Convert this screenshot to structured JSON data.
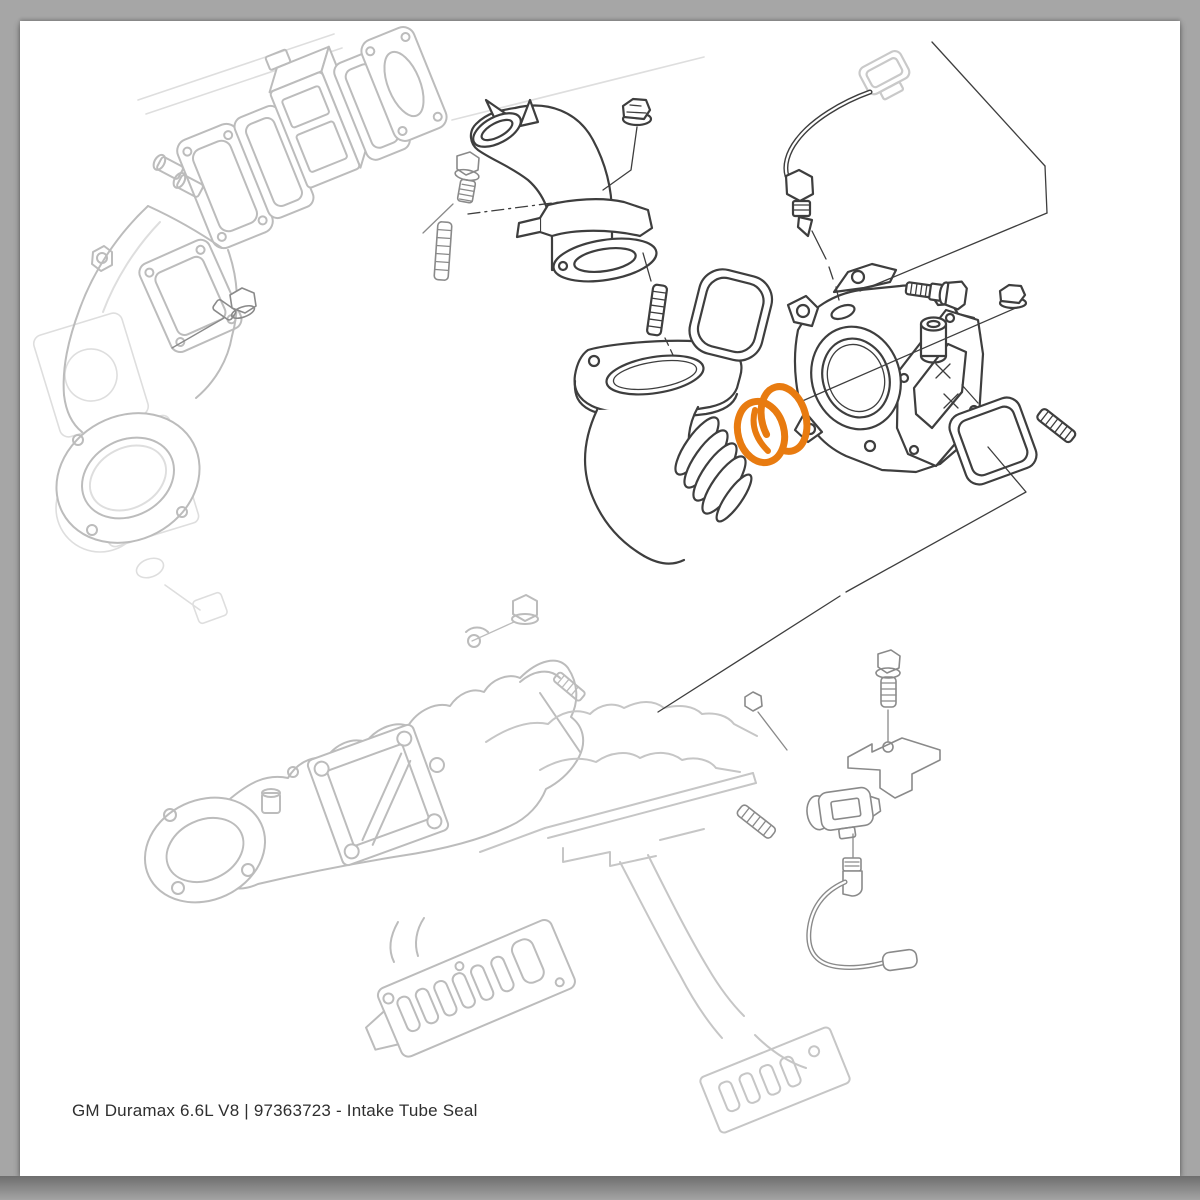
{
  "window": {
    "background_color": "#a6a6a6",
    "canvas_color": "#ffffff"
  },
  "caption": {
    "full_text": "GM Duramax 6.6L V8 | 97363723 - Intake Tube Seal",
    "vehicle": "GM Duramax 6.6L V8",
    "separator": "|",
    "part_number": "97363723",
    "part_name": "Intake Tube Seal"
  },
  "diagram": {
    "kind": "exploded-parts-line-diagram",
    "highlighted_part": "Intake Tube Seal",
    "highlight_color": "#E87B10",
    "primary_line_color": "#3e3e3e",
    "hardware_line_color": "#8a8a8a",
    "faded_line_color": "#bcbcbc",
    "faint_line_color": "#dedede",
    "connector_line_color": "#c9c9c9"
  }
}
